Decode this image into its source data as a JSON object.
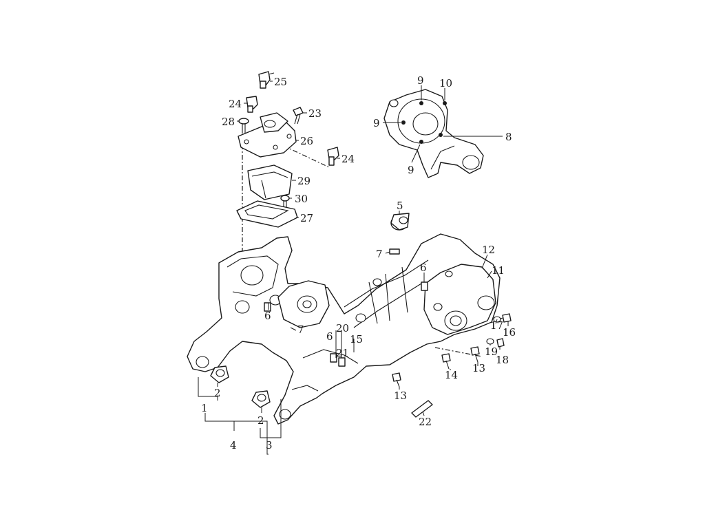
{
  "diagram": {
    "callouts": [
      {
        "id": "c25",
        "label": "25"
      },
      {
        "id": "c24a",
        "label": "24"
      },
      {
        "id": "c23",
        "label": "23"
      },
      {
        "id": "c28",
        "label": "28"
      },
      {
        "id": "c26",
        "label": "26"
      },
      {
        "id": "c24b",
        "label": "24"
      },
      {
        "id": "c29",
        "label": "29"
      },
      {
        "id": "c30",
        "label": "30"
      },
      {
        "id": "c27",
        "label": "27"
      },
      {
        "id": "c9a",
        "label": "9"
      },
      {
        "id": "c10",
        "label": "10"
      },
      {
        "id": "c9b",
        "label": "9"
      },
      {
        "id": "c8",
        "label": "8"
      },
      {
        "id": "c9c",
        "label": "9"
      },
      {
        "id": "c5",
        "label": "5"
      },
      {
        "id": "c7a",
        "label": "7"
      },
      {
        "id": "c12",
        "label": "12"
      },
      {
        "id": "c11",
        "label": "11"
      },
      {
        "id": "c6a",
        "label": "6"
      },
      {
        "id": "c6b",
        "label": "6"
      },
      {
        "id": "c7b",
        "label": "7"
      },
      {
        "id": "c20",
        "label": "20"
      },
      {
        "id": "c6c",
        "label": "6"
      },
      {
        "id": "c21",
        "label": "21"
      },
      {
        "id": "c15",
        "label": "15"
      },
      {
        "id": "c17",
        "label": "17"
      },
      {
        "id": "c16",
        "label": "16"
      },
      {
        "id": "c19",
        "label": "19"
      },
      {
        "id": "c18",
        "label": "18"
      },
      {
        "id": "c13a",
        "label": "13"
      },
      {
        "id": "c14",
        "label": "14"
      },
      {
        "id": "c13b",
        "label": "13"
      },
      {
        "id": "c2a",
        "label": "2"
      },
      {
        "id": "c1",
        "label": "1"
      },
      {
        "id": "c2b",
        "label": "2"
      },
      {
        "id": "c22",
        "label": "22"
      },
      {
        "id": "c4",
        "label": "4"
      },
      {
        "id": "c3",
        "label": "3"
      }
    ]
  }
}
